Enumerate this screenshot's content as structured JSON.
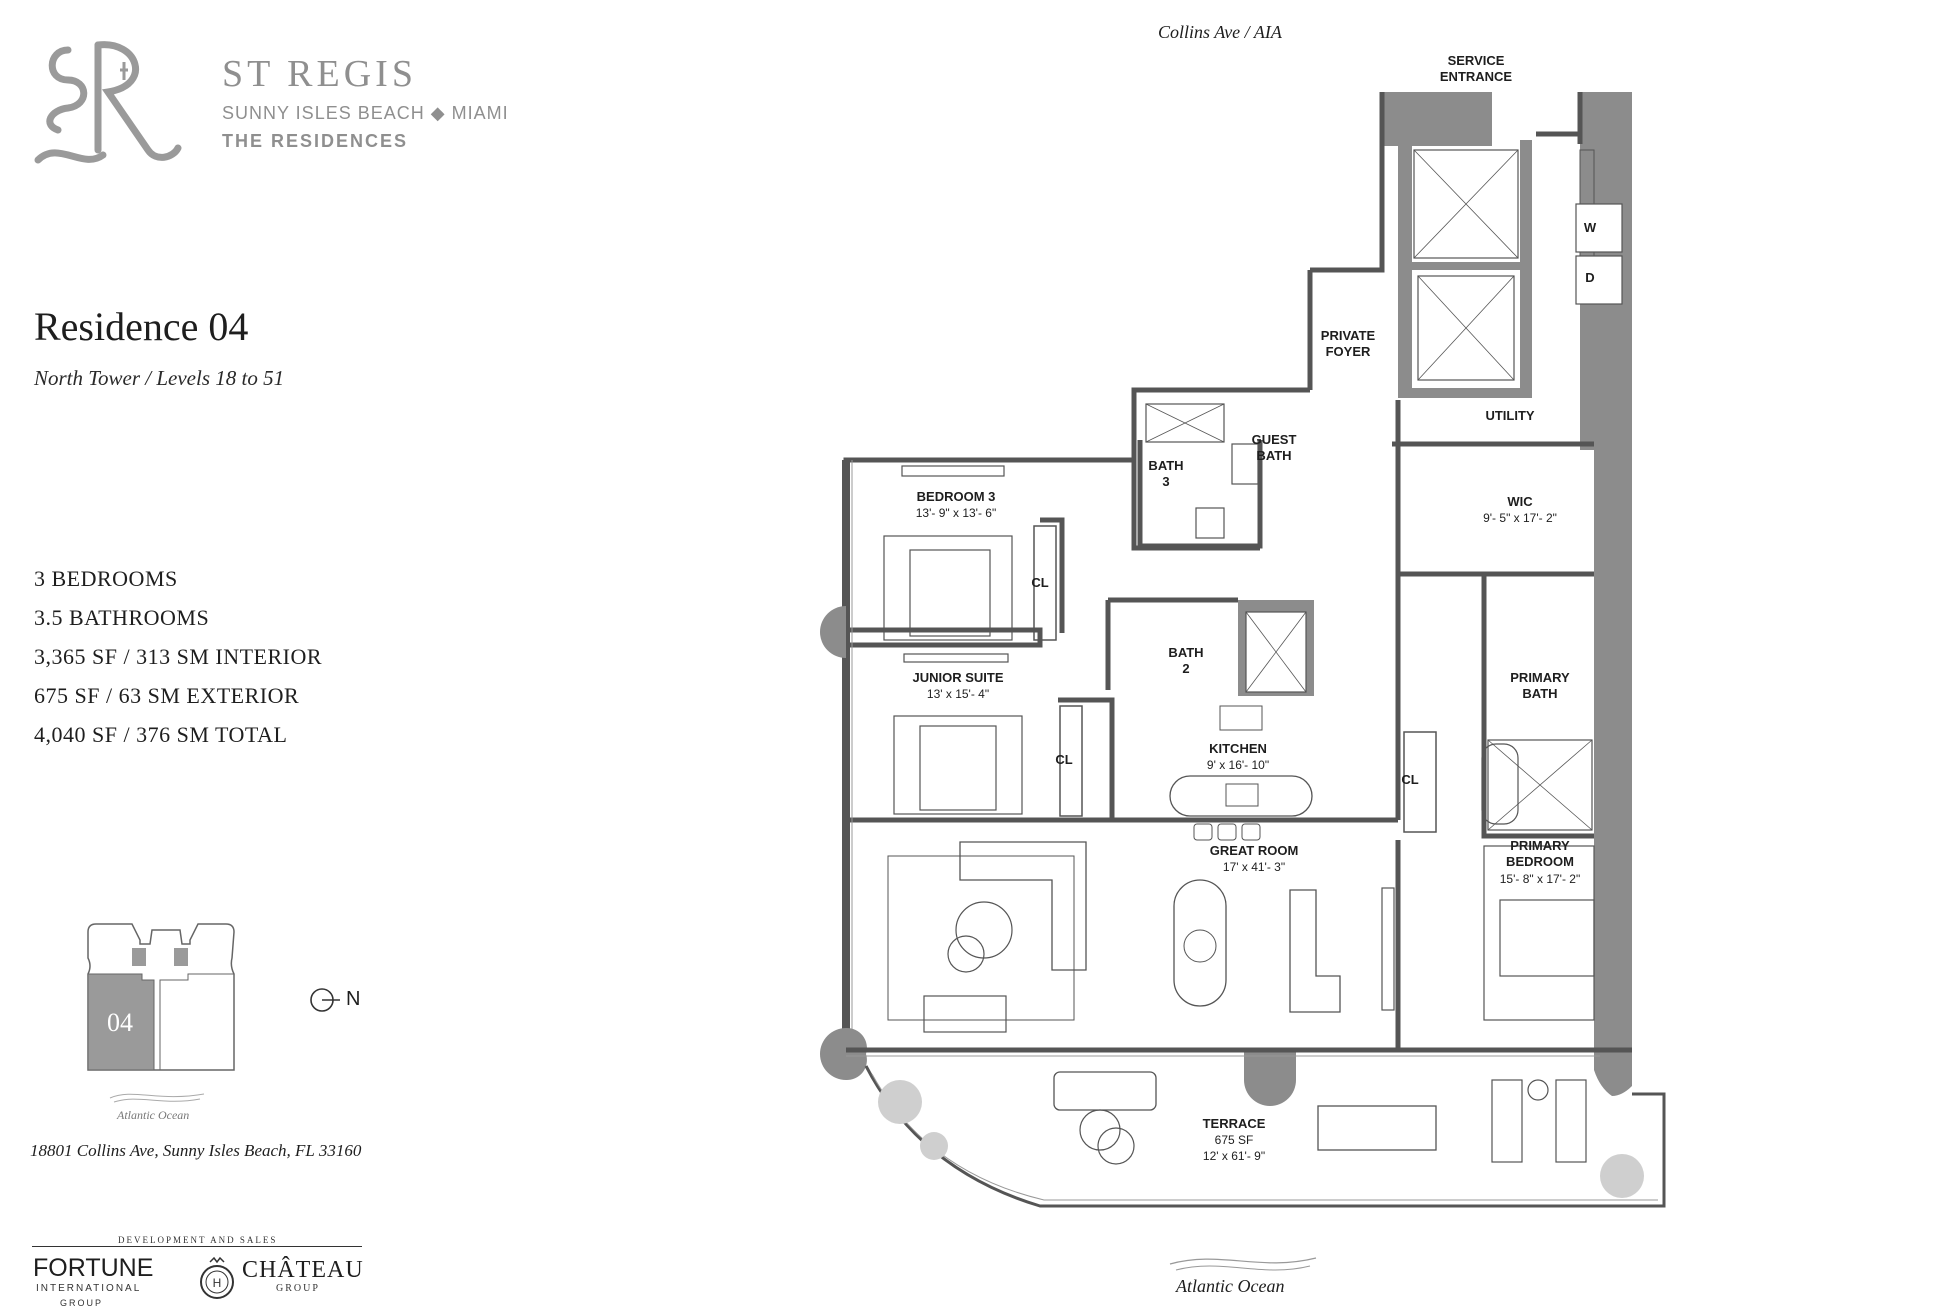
{
  "brand": {
    "monogram": "SR",
    "name": "ST REGIS",
    "location": "SUNNY ISLES BEACH ◆ MIAMI",
    "subtitle": "THE RESIDENCES"
  },
  "residence": {
    "title": "Residence 04",
    "subtitle": "North Tower / Levels 18 to 51",
    "specs": [
      "3 BEDROOMS",
      "3.5 BATHROOMS",
      "3,365 SF / 313 SM INTERIOR",
      "675 SF / 63 SM EXTERIOR",
      "4,040 SF / 376 SM TOTAL"
    ]
  },
  "key_plan": {
    "unit_label": "04",
    "north_label": "N",
    "ocean_label": "Atlantic Ocean"
  },
  "address": "18801 Collins Ave, Sunny Isles Beach, FL 33160",
  "developers": {
    "label": "DEVELOPMENT AND SALES",
    "fortune_name": "FORTUNE",
    "fortune_sub1": "INTERNATIONAL",
    "fortune_sub2": "GROUP",
    "chateau_name": "CHÂTEAU",
    "chateau_sub": "GROUP"
  },
  "floorplan": {
    "street_label": "Collins Ave / AIA",
    "ocean_label": "Atlantic Ocean",
    "rooms": {
      "service_entrance": "SERVICE\nENTRANCE",
      "private_foyer": "PRIVATE\nFOYER",
      "utility": "UTILITY",
      "washer": "W",
      "dryer": "D",
      "guest_bath": "GUEST\nBATH",
      "bath3": "BATH\n3",
      "bedroom3": "BEDROOM 3",
      "bedroom3_dim": "13'- 9\" x 13'- 6\"",
      "closet": "CL",
      "bath2": "BATH\n2",
      "junior_suite": "JUNIOR SUITE",
      "junior_suite_dim": "13' x 15'- 4\"",
      "wic": "WIC",
      "wic_dim": "9'- 5\" x 17'- 2\"",
      "primary_bath": "PRIMARY\nBATH",
      "kitchen": "KITCHEN",
      "kitchen_dim": "9' x 16'- 10\"",
      "great_room": "GREAT ROOM",
      "great_room_dim": "17' x 41'- 3\"",
      "primary_bedroom": "PRIMARY\nBEDROOM",
      "primary_bedroom_dim": "15'- 8\" x 17'- 2\"",
      "terrace": "TERRACE",
      "terrace_area": "675 SF",
      "terrace_dim": "12' x 61'- 9\""
    }
  },
  "colors": {
    "wall": "#8c8c8c",
    "key_highlight": "#9a9a9a",
    "text": "#1e1e1e",
    "brand_gray": "#8f8f8f"
  }
}
